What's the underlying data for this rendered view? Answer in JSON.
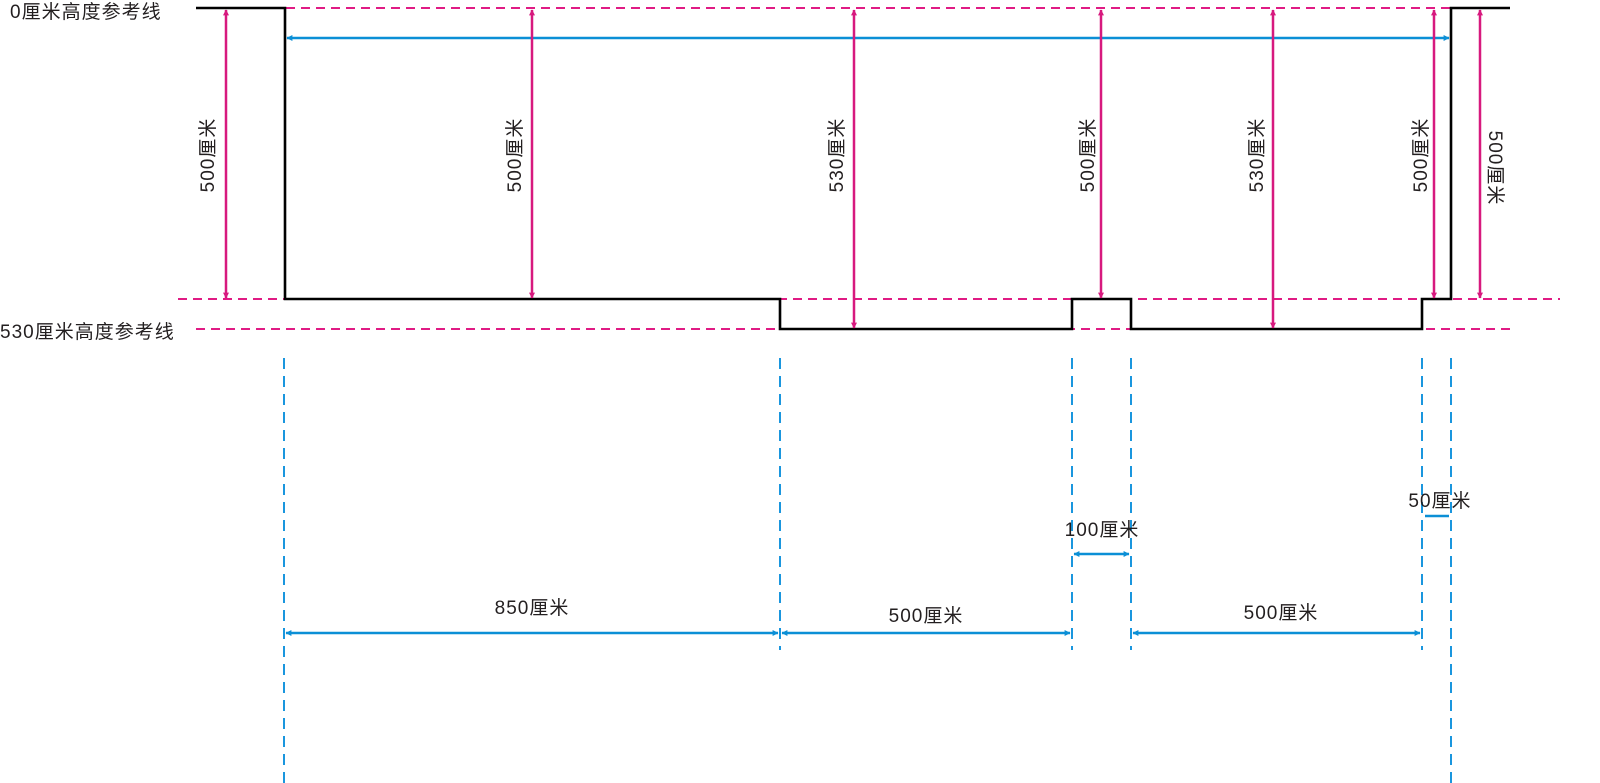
{
  "colors": {
    "reference_line": "#e01b84",
    "vertical_dim": "#d7197e",
    "horizontal_dim": "#0b8fd6",
    "guide_line": "#1a96de",
    "profile": "#000000",
    "text": "#231f20"
  },
  "reference_lines": {
    "top": "0厘米高度参考线",
    "bottom": "530厘米高度参考线"
  },
  "vertical_dims": [
    {
      "label": "500厘米"
    },
    {
      "label": "500厘米"
    },
    {
      "label": "530厘米"
    },
    {
      "label": "500厘米"
    },
    {
      "label": "530厘米"
    },
    {
      "label": "500厘米"
    },
    {
      "label": "500厘米"
    }
  ],
  "horizontal_dims": [
    {
      "label": "850厘米"
    },
    {
      "label": "500厘米"
    },
    {
      "label": "100厘米"
    },
    {
      "label": "500厘米"
    },
    {
      "label": "50厘米"
    }
  ]
}
